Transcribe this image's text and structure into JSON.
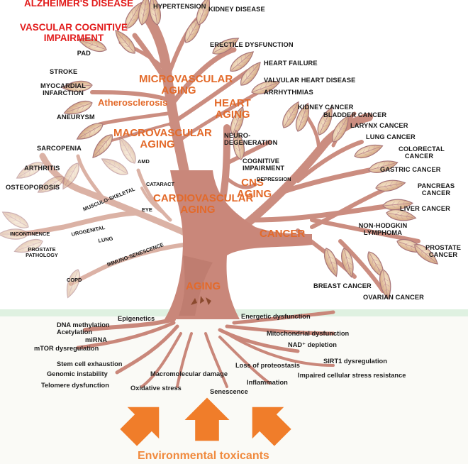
{
  "highlights": {
    "alzheimers": "ALZHEIMER'S DISEASE",
    "vascular": "VASCULAR COGNITIVE IMPAIRMENT"
  },
  "categories": {
    "microvascular": "MICROVASCULAR AGING",
    "atherosclerosis": "Atherosclerosis",
    "macrovascular": "MACROVASCULAR AGING",
    "heart": "HEART AGING",
    "cardiovascular": "CARDIOVASCULAR AGING",
    "cns": "CNS AGING",
    "cancer": "CANCER",
    "aging": "AGING"
  },
  "diseases": {
    "hypertension": "HYPERTENSION",
    "kidney_disease": "KIDNEY DISEASE",
    "erectile": "ERECTILE DYSFUNCTION",
    "pad": "PAD",
    "stroke": "STROKE",
    "myocardial": "MYOCARDIAL INFARCTION",
    "heart_failure": "HEART FAILURE",
    "valvular": "VALVULAR HEART DISEASE",
    "arrhythmias": "ARRHYTHMIAS",
    "aneurysm": "ANEURYSM",
    "sarcopenia": "SARCOPENIA",
    "arthritis": "ARTHRITIS",
    "osteoporosis": "OSTEOPOROSIS",
    "incontinence": "INCONTINENCE",
    "prostate_pathology": "PROSTATE PATHOLOGY",
    "copd": "COPD",
    "amd": "AMD",
    "cataract": "CATARACT",
    "eye": "EYE",
    "musculo": "MUSCULO-SKELETAL",
    "urogenital": "UROGENITAL",
    "lung": "LUNG",
    "immuno": "IMMUNO-SENESCENCE",
    "neurodegeneration": "NEURO-DEGENERATION",
    "cognitive": "COGNITIVE IMPAIRMENT",
    "depression": "DEPRESSION"
  },
  "cancers": {
    "kidney": "KIDNEY CANCER",
    "bladder": "BLADDER CANCER",
    "larynx": "LARYNX CANCER",
    "lung": "LUNG CANCER",
    "colorectal": "COLORECTAL CANCER",
    "gastric": "GASTRIC CANCER",
    "pancreas": "PANCREAS CANCER",
    "liver": "LIVER CANCER",
    "nhl": "NON-HODGKIN LYMPHOMA",
    "prostate": "PROSTATE CANCER",
    "breast": "BREAST CANCER",
    "ovarian": "OVARIAN CANCER"
  },
  "mechanisms": {
    "epigenetics": "Epigenetics",
    "dna_methylation": "DNA methylation",
    "acetylation": "Acetylation",
    "mirna": "miRNA",
    "mtor": "mTOR dysregulation",
    "stem_cell": "Stem cell exhaustion",
    "genomic": "Genomic instability",
    "telomere": "Telomere dysfunction",
    "macromolecular": "Macromolecular damage",
    "oxidative": "Oxidative stress",
    "senescence": "Senescence",
    "inflammation": "Inflammation",
    "proteostasis": "Loss of proteostasis",
    "energetic": "Energetic dysfunction",
    "mitochondrial": "Mitochondrial dysfunction",
    "nad": "NAD⁺ depletion",
    "sirt1": "SIRT1  dysregulation",
    "stress_resistance": "Impaired cellular stress resistance"
  },
  "environment": "Environmental toxicants",
  "colors": {
    "trunk": "#c9877a",
    "leaf": "#e0c09a",
    "category_text": "#e36a2a",
    "highlight_text": "#e21b1b",
    "ground_band": "#dff1e1",
    "arrow": "#f07d2a"
  }
}
